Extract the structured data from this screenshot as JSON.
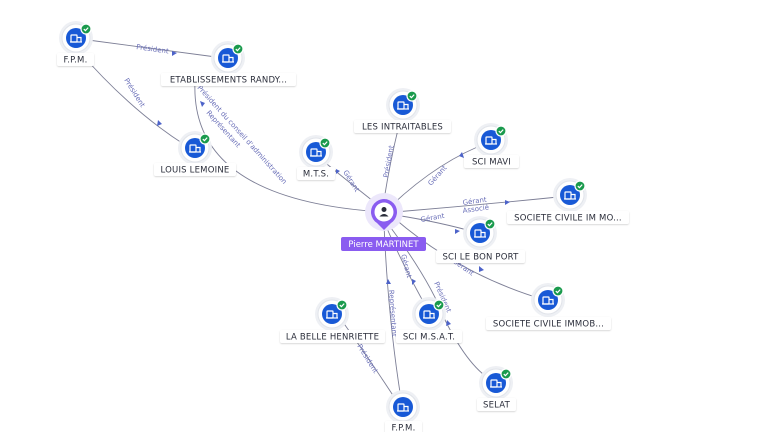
{
  "center": {
    "label": "Pierre MARTINET",
    "icon": "person-icon",
    "color": "#8a5cf0"
  },
  "companies": [
    {
      "id": "fpm_top",
      "label": "F.P.M.",
      "icon": "company-icon",
      "verified": true
    },
    {
      "id": "randy",
      "label": "ETABLISSEMENTS RANDY...",
      "icon": "company-icon",
      "verified": true
    },
    {
      "id": "lemoine",
      "label": "LOUIS LEMOINE",
      "icon": "company-icon",
      "verified": true
    },
    {
      "id": "intraitables",
      "label": "LES INTRAITABLES",
      "icon": "company-icon",
      "verified": true
    },
    {
      "id": "mts",
      "label": "M.T.S.",
      "icon": "company-icon",
      "verified": true
    },
    {
      "id": "mavi",
      "label": "SCI MAVI",
      "icon": "company-icon",
      "verified": true
    },
    {
      "id": "scimo",
      "label": "SOCIETE CIVILE IM MO...",
      "icon": "company-icon",
      "verified": true
    },
    {
      "id": "bonport",
      "label": "SCI LE BON PORT",
      "icon": "company-icon",
      "verified": true
    },
    {
      "id": "scimmob",
      "label": "SOCIETE CIVILE IMMOB...",
      "icon": "company-icon",
      "verified": true
    },
    {
      "id": "belle",
      "label": "LA BELLE HENRIETTE",
      "icon": "company-icon",
      "verified": true
    },
    {
      "id": "msat",
      "label": "SCI M.S.A.T.",
      "icon": "company-icon",
      "verified": true
    },
    {
      "id": "selat",
      "label": "SELAT",
      "icon": "company-icon",
      "verified": true
    },
    {
      "id": "fpm_bottom",
      "label": "F.P.M.",
      "icon": "company-icon",
      "verified": true
    }
  ],
  "relations": [
    {
      "from": "fpm_top",
      "to": "randy",
      "label": "Président"
    },
    {
      "from": "fpm_top",
      "to": "lemoine",
      "label": "Président"
    },
    {
      "from": "center",
      "to": "randy",
      "label": "Président du conseil d'administration"
    },
    {
      "from": "center",
      "to": "randy",
      "label": "Représentant"
    },
    {
      "from": "center",
      "to": "intraitables",
      "label": "Président"
    },
    {
      "from": "center",
      "to": "mts",
      "label": "Gérant"
    },
    {
      "from": "center",
      "to": "mavi",
      "label": "Gérant"
    },
    {
      "from": "center",
      "to": "scimo",
      "label": "Gérant"
    },
    {
      "from": "center",
      "to": "scimo",
      "label": "Associé"
    },
    {
      "from": "center",
      "to": "bonport",
      "label": "Gérant"
    },
    {
      "from": "center",
      "to": "scimmob",
      "label": "Gérant"
    },
    {
      "from": "center",
      "to": "msat",
      "label": "Gérant"
    },
    {
      "from": "center",
      "to": "selat",
      "label": "Président"
    },
    {
      "from": "center",
      "to": "fpm_bottom",
      "label": "Représentant"
    },
    {
      "from": "belle",
      "to": "fpm_bottom",
      "label": "Président"
    }
  ]
}
